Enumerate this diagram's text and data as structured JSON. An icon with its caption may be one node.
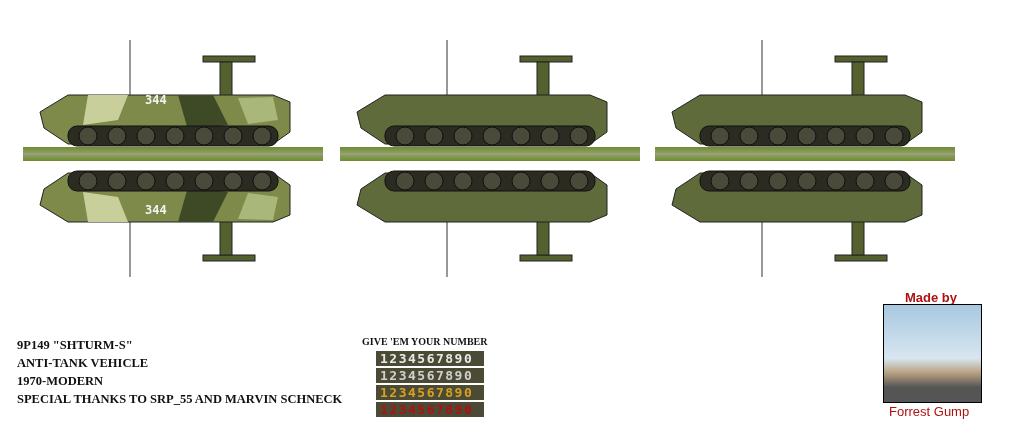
{
  "diagram": {
    "labels": [
      "344",
      "344",
      "9P149 \"SHTURM-S\"",
      "ANTI-TANK VEHICLE",
      "1970-MODERN",
      "SPECIAL THANKS TO SRP_55 AND MARVIN SCHNECK",
      "GIVE 'EM YOUR NUMBER",
      "1234567890",
      "1234567890",
      "1234567890",
      "1234567890",
      "Made by",
      "Forrest Gump"
    ]
  }
}
